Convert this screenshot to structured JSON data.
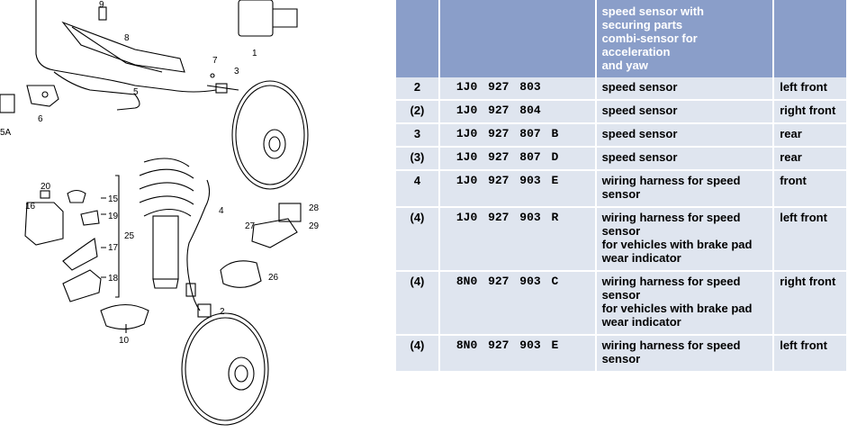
{
  "header": {
    "item": "",
    "part_number": "",
    "description_lines": [
      "speed sensor with",
      "securing parts",
      "combi-sensor for acceleration",
      "and yaw"
    ],
    "remark": ""
  },
  "rows": [
    {
      "item": "2",
      "part": "1J0 927 803",
      "desc": [
        "speed sensor"
      ],
      "remark": "left front"
    },
    {
      "item": "(2)",
      "part": "1J0 927 804",
      "desc": [
        "speed sensor"
      ],
      "remark": "right front"
    },
    {
      "item": "3",
      "part": "1J0 927 807 B",
      "desc": [
        "speed sensor"
      ],
      "remark": "rear"
    },
    {
      "item": "(3)",
      "part": "1J0 927 807 D",
      "desc": [
        "speed sensor"
      ],
      "remark": "rear"
    },
    {
      "item": "4",
      "part": "1J0 927 903 E",
      "desc": [
        "wiring harness for speed",
        "sensor"
      ],
      "remark": "front"
    },
    {
      "item": "(4)",
      "part": "1J0 927 903 R",
      "desc": [
        "wiring harness for speed",
        "sensor",
        "for vehicles with brake pad",
        "wear indicator"
      ],
      "remark": "left front"
    },
    {
      "item": "(4)",
      "part": "8N0 927 903 C",
      "desc": [
        "wiring harness for speed",
        "sensor",
        "for vehicles with brake pad",
        "wear indicator"
      ],
      "remark": "right front"
    },
    {
      "item": "(4)",
      "part": "8N0 927 903 E",
      "desc": [
        "wiring harness for speed",
        "sensor"
      ],
      "remark": "left front"
    }
  ],
  "diagram": {
    "callouts": [
      "9",
      "8",
      "7",
      "3",
      "1",
      "5",
      "6",
      "5A",
      "20",
      "16",
      "15",
      "19",
      "17",
      "25",
      "18",
      "4",
      "28",
      "27",
      "29",
      "26",
      "10",
      "2"
    ]
  }
}
